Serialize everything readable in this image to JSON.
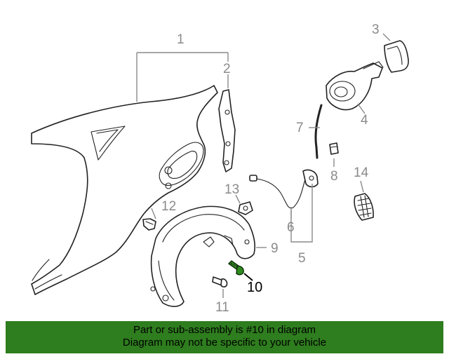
{
  "callouts": {
    "c1": "1",
    "c2": "2",
    "c3": "3",
    "c4": "4",
    "c5": "5",
    "c6": "6",
    "c7": "7",
    "c8": "8",
    "c9": "9",
    "c10": "10",
    "c11": "11",
    "c12": "12",
    "c13": "13",
    "c14": "14"
  },
  "highlighted_part": "10",
  "colors": {
    "banner_bg": "#2e7d1e",
    "highlight_part": "#2e8b1e",
    "callout_text": "#8a8a8a",
    "line_art": "#222222"
  },
  "banner": {
    "line1": "Part or sub-assembly is #10 in diagram",
    "line2": "Diagram may not be specific to your vehicle"
  }
}
